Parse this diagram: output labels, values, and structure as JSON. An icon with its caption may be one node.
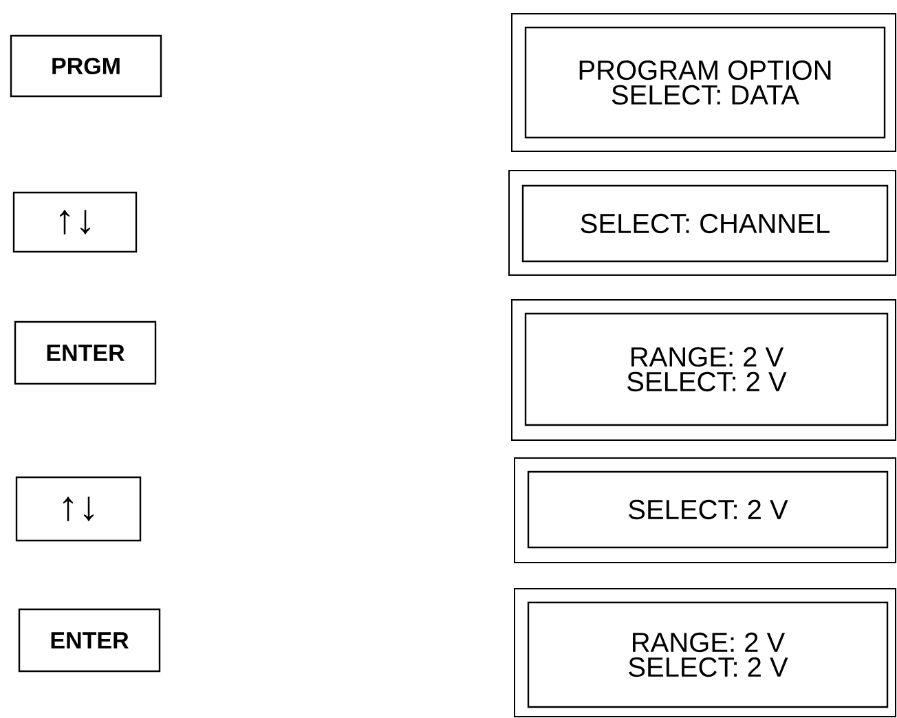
{
  "diagram": {
    "nodes": [
      {
        "text": [
          "PRGM"
        ]
      },
      {
        "text": [
          "PROGRAM OPTION",
          "SELECT: DATA"
        ]
      },
      {
        "text": [
          "↑↓"
        ]
      },
      {
        "text": [
          "SELECT: CHANNEL"
        ]
      },
      {
        "text": [
          "ENTER"
        ]
      },
      {
        "text": [
          "RANGE: 2 V",
          "SELECT: 2 V"
        ]
      },
      {
        "text": [
          "↑↓"
        ]
      },
      {
        "text": [
          "SELECT: 2 V"
        ]
      },
      {
        "text": [
          "ENTER"
        ]
      },
      {
        "text": [
          "RANGE: 2 V",
          "SELECT: 2 V"
        ]
      }
    ]
  }
}
